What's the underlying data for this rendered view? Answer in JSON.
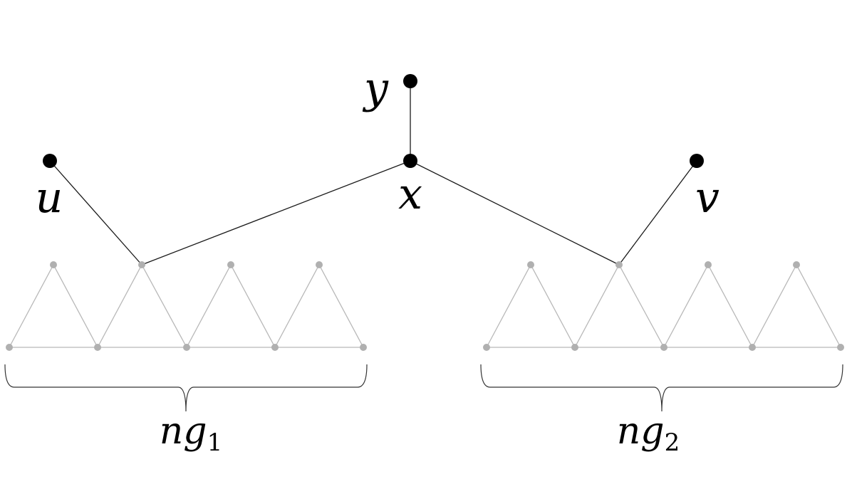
{
  "labels": {
    "y": "y",
    "x": "x",
    "u": "u",
    "v": "v",
    "left_group": {
      "base": "ng",
      "sub": "1"
    },
    "right_group": {
      "base": "ng",
      "sub": "2"
    }
  },
  "colors": {
    "main": "#000000",
    "grey": "#b0b0b0"
  }
}
